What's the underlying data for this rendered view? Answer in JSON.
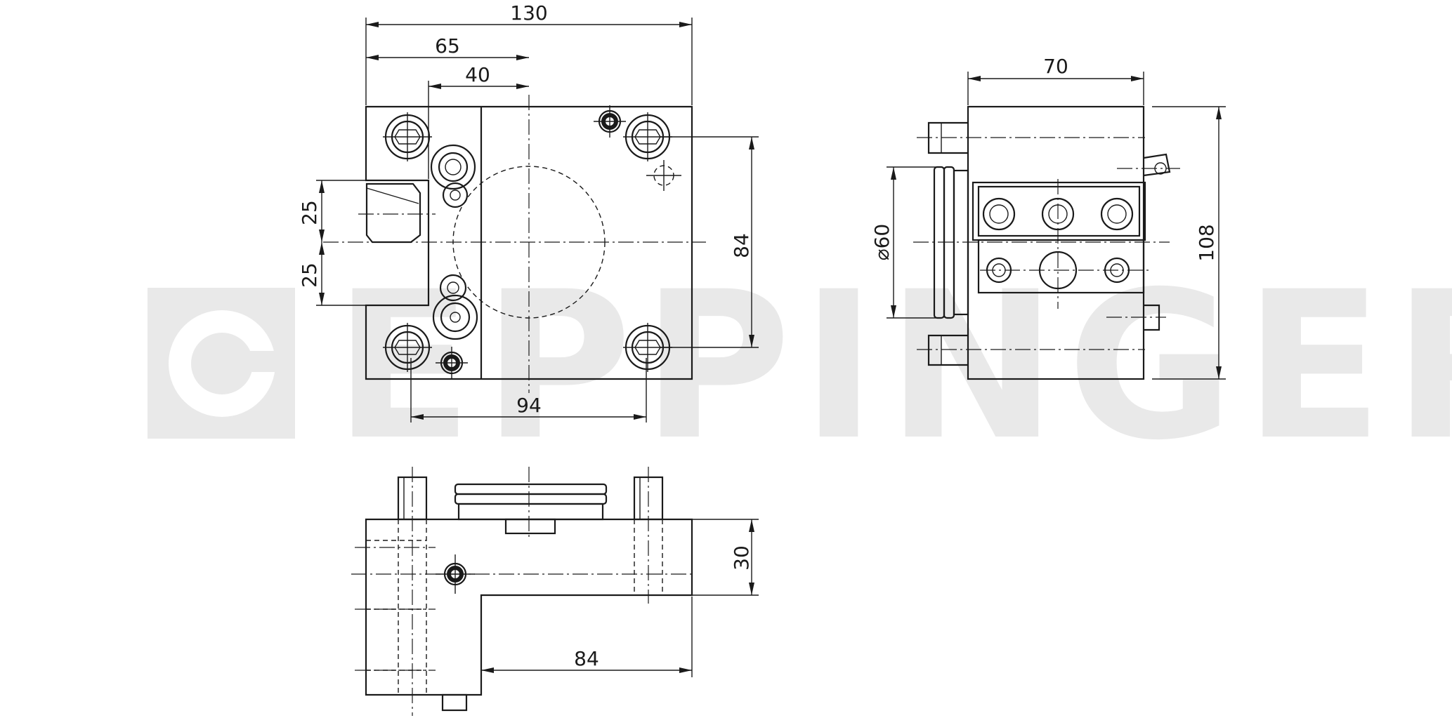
{
  "watermark": {
    "brand": "EPPINGER",
    "color": "#e9e9e9"
  },
  "dimensions": {
    "width_total": "130",
    "half_width": "65",
    "offset_40": "40",
    "upper_25": "25",
    "lower_25": "25",
    "height_84": "84",
    "bolt_spacing_94": "94",
    "side_width_70": "70",
    "diameter_60": "⌀60",
    "side_height_108": "108",
    "bottom_height_30": "30",
    "bottom_length_84": "84"
  },
  "colors": {
    "line": "#1a1a1a",
    "background": "#ffffff"
  }
}
